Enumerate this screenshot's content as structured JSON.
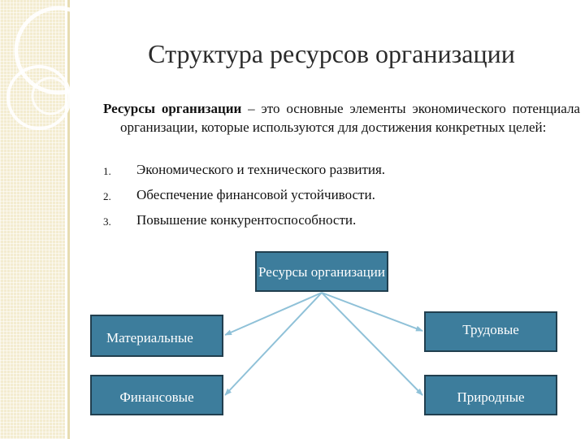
{
  "slide": {
    "title": "Структура ресурсов организации",
    "definition_term": "Ресурсы организации",
    "definition_text": " – это основные элементы экономического потенциала организации, которые используются для достижения конкретных целей:",
    "goals": [
      {
        "number": "1.",
        "text": "Экономического и технического развития."
      },
      {
        "number": "2.",
        "text": "Обеспечение финансовой устойчивости."
      },
      {
        "number": "3.",
        "text": "Повышение конкурентоспособности."
      }
    ]
  },
  "diagram": {
    "root": "Ресурсы организации",
    "children": [
      "Материальные",
      "Трудовые",
      "Финансовые",
      "Природные"
    ]
  },
  "colors": {
    "node_fill": "#3d7d9c",
    "node_border": "#213f4f",
    "connector": "#8fc1d8",
    "side_strip": "#f3ecd0"
  },
  "icons": {
    "decoration": "concentric-arcs"
  }
}
